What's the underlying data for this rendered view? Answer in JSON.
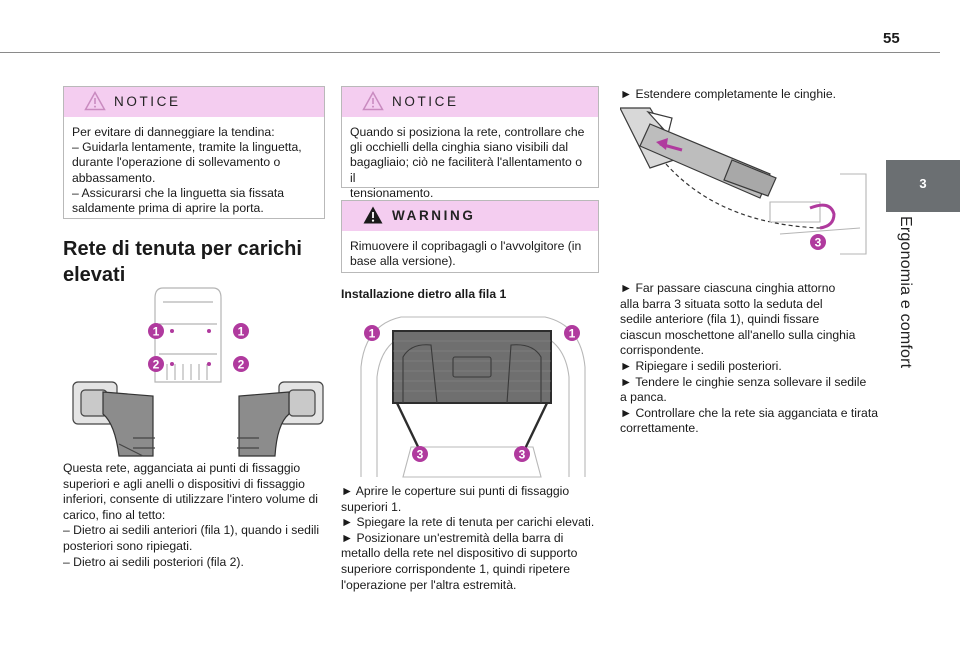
{
  "page_number": "55",
  "chapter": {
    "number": "3",
    "title": "Ergonomia e comfort"
  },
  "notice1": {
    "label": "NOTICE",
    "lines": [
      "Per evitare di danneggiare la tendina:",
      "–  Guidarla lentamente, tramite la linguetta,",
      "durante l'operazione di sollevamento o",
      "abbassamento.",
      "–  Assicurarsi che la linguetta sia fissata",
      "saldamente prima di aprire la porta."
    ]
  },
  "section_title": [
    "Rete di tenuta per carichi",
    "elevati"
  ],
  "figure1": {
    "callouts": [
      "1",
      "1",
      "2",
      "2"
    ]
  },
  "intro_lines": [
    "Questa rete, agganciata ai punti di fissaggio",
    "superiori e agli anelli o dispositivi di fissaggio",
    "inferiori, consente di utilizzare l'intero volume di",
    "carico, fino al tetto:",
    "–  Dietro ai sedili anteriori (fila 1), quando i sedili",
    "posteriori sono ripiegati.",
    "–  Dietro ai sedili posteriori (fila 2)."
  ],
  "notice2": {
    "label": "NOTICE",
    "lines": [
      "Quando si posiziona la rete, controllare che",
      "gli occhielli della cinghia siano visibili dal",
      "bagagliaio; ciò ne faciliterà l'allentamento o il",
      "tensionamento."
    ]
  },
  "warning": {
    "label": "WARNING",
    "lines": [
      "Rimuovere il copribagagli o l'avvolgitore (in",
      "base alla versione)."
    ]
  },
  "install_title": "Installazione dietro alla fila 1",
  "figure2": {
    "callouts": [
      "1",
      "1",
      "3",
      "3"
    ]
  },
  "install_steps": [
    "►  Aprire le coperture sui punti di fissaggio",
    "superiori 1.",
    "►  Spiegare la rete di tenuta per carichi elevati.",
    "►  Posizionare un'estremità della barra di",
    "metallo della rete nel dispositivo di supporto",
    "superiore corrispondente 1, quindi ripetere",
    "l'operazione per l'altra estremità."
  ],
  "step_extend": "►  Estendere completamente le cinghie.",
  "figure3": {
    "callouts": [
      "3"
    ]
  },
  "final_steps": [
    "►  Far passare ciascuna cinghia attorno",
    "alla barra 3 situata sotto la seduta del",
    "sedile anteriore (fila 1), quindi fissare",
    "ciascun moschettone all'anello sulla cinghia",
    "corrispondente.",
    "►  Ripiegare i sedili posteriori.",
    "►  Tendere le cinghie senza sollevare il sedile",
    "a panca.",
    "►  Controllare che la rete sia agganciata e tirata",
    "correttamente."
  ],
  "colors": {
    "header_pink": "#f4cdf0",
    "callout_magenta": "#b03a9e",
    "chapter_tab": "#6b6f72"
  }
}
